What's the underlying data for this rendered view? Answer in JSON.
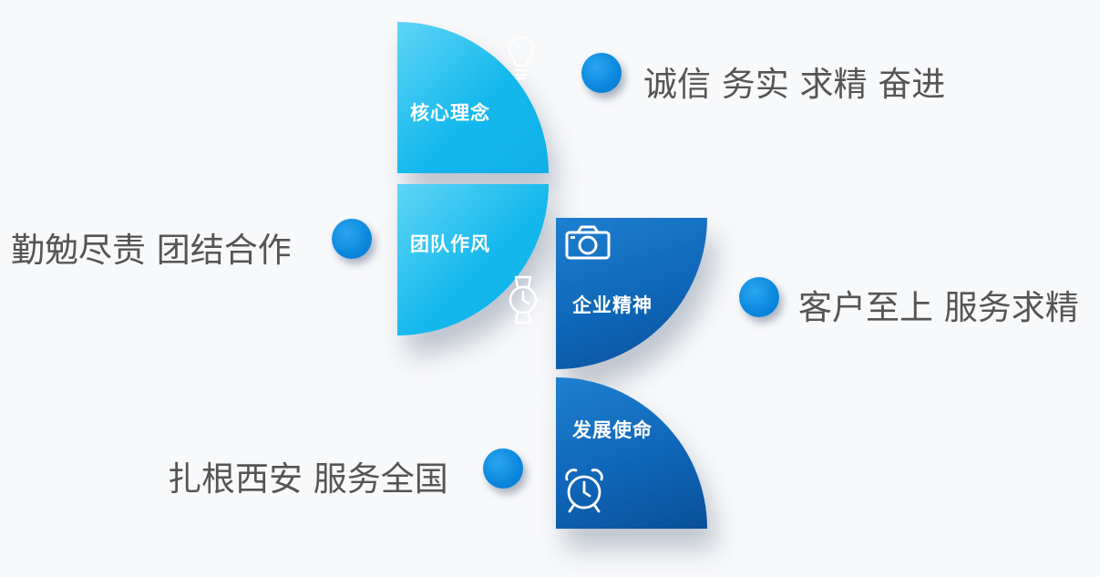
{
  "items": [
    {
      "label": "核心理念",
      "desc": "诚信 务实 求精 奋进",
      "icon": "lightbulb-icon"
    },
    {
      "label": "团队作风",
      "desc": "勤勉尽责 团结合作",
      "icon": "watch-icon"
    },
    {
      "label": "企业精神",
      "desc": "客户至上 服务求精",
      "icon": "camera-icon"
    },
    {
      "label": "发展使命",
      "desc": "扎根西安 服务全国",
      "icon": "alarm-clock-icon"
    }
  ],
  "colors": {
    "light_leaf": "#14b8ec",
    "dark_leaf": "#0f66b8",
    "dot": "#0a87dd",
    "text": "#555555"
  }
}
